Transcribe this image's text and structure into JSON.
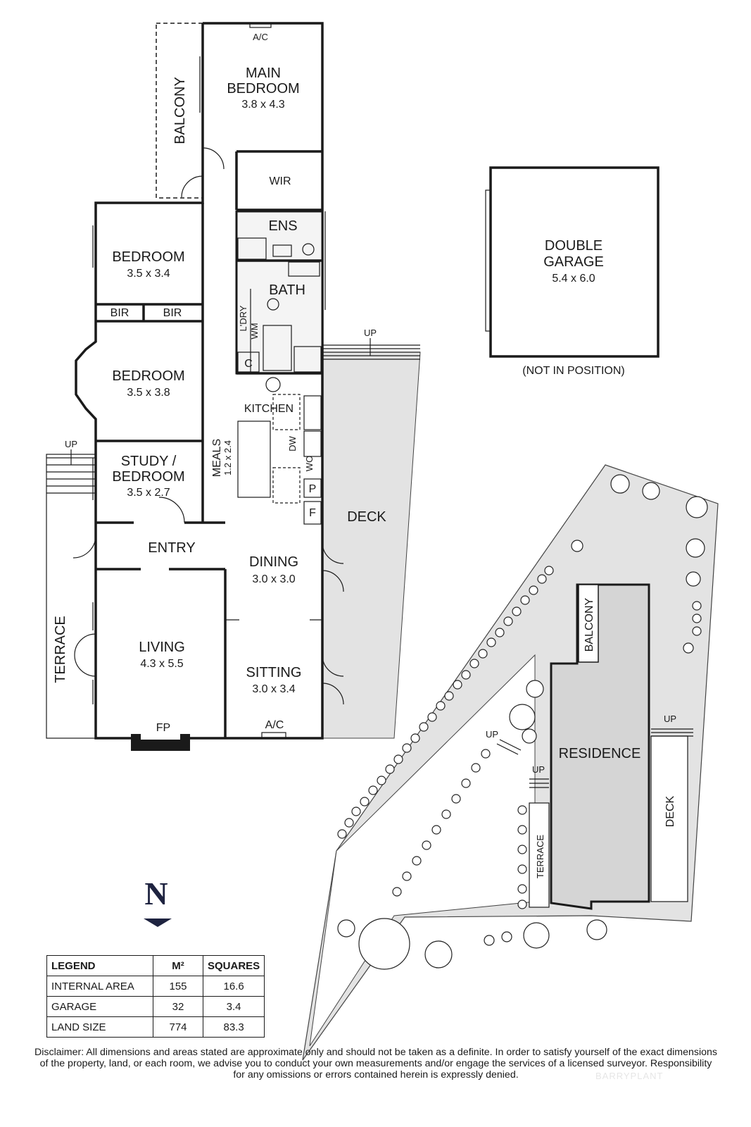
{
  "rooms": {
    "main_bedroom": {
      "name_line1": "MAIN",
      "name_line2": "BEDROOM",
      "size": "3.8 x 4.3"
    },
    "balcony": "BALCONY",
    "wir": "WIR",
    "ens": "ENS",
    "bath": "BATH",
    "bedroom1": {
      "name": "BEDROOM",
      "size": "3.5 x 3.4"
    },
    "bir1": "BIR",
    "bir2": "BIR",
    "bedroom2": {
      "name": "BEDROOM",
      "size": "3.5 x 3.8"
    },
    "ldry": "L'DRY",
    "wm": "WM",
    "c": "C",
    "kitchen": "KITCHEN",
    "dw": "DW",
    "wo": "WO",
    "p": "P",
    "f": "F",
    "meals": {
      "name": "MEALS",
      "size": "1.2 x 2.4"
    },
    "study": {
      "name_line1": "STUDY /",
      "name_line2": "BEDROOM",
      "size": "3.5 x 2.7"
    },
    "entry": "ENTRY",
    "dining": {
      "name": "DINING",
      "size": "3.0 x 3.0"
    },
    "living": {
      "name": "LIVING",
      "size": "4.3 x 5.5"
    },
    "sitting": {
      "name": "SITTING",
      "size": "3.0 x 3.4"
    },
    "terrace": "TERRACE",
    "deck": "DECK",
    "fp": "FP",
    "ac_top": "A/C",
    "ac_bottom": "A/C",
    "up_deck": "UP",
    "up_terrace": "UP"
  },
  "garage": {
    "name_line1": "DOUBLE",
    "name_line2": "GARAGE",
    "size": "5.4 x 6.0",
    "note": "(NOT IN POSITION)"
  },
  "site": {
    "residence": "RESIDENCE",
    "balcony": "BALCONY",
    "deck": "DECK",
    "terrace": "TERRACE",
    "up1": "UP",
    "up2": "UP",
    "up3": "UP"
  },
  "compass": "N",
  "legend": {
    "headers": [
      "LEGEND",
      "M²",
      "SQUARES"
    ],
    "rows": [
      [
        "INTERNAL AREA",
        "155",
        "16.6"
      ],
      [
        "GARAGE",
        "32",
        "3.4"
      ],
      [
        "LAND SIZE",
        "774",
        "83.3"
      ]
    ]
  },
  "disclaimer": {
    "line1": "Disclaimer: All dimensions and areas stated are approximate only and should not be taken as a definite. In order to satisfy yourself of the exact dimensions",
    "line2": "of the property, land, or each room, we advise you to conduct your own measurements and/or engage the services of a licensed surveyor. Responsibility",
    "line3": "for any omissions or errors contained herein is expressly denied."
  },
  "brand": "BARRYPLANT",
  "colors": {
    "shade": "#e3e3e3",
    "wall": "#1a1a1a",
    "compass": "#1e2340"
  }
}
